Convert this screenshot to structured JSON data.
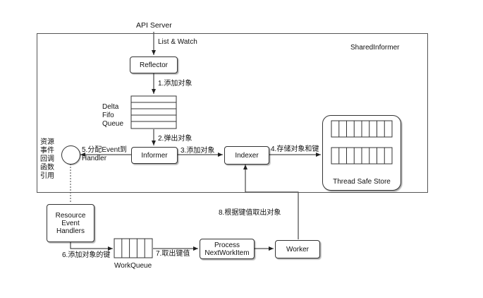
{
  "diagram": {
    "api_server": "API Server",
    "list_watch": "List & Watch",
    "shared_informer": "SharedInformer",
    "reflector": "Reflector",
    "step1": "1.添加对象",
    "delta_fifo_lines": [
      "Delta",
      "Fifo",
      "Queue"
    ],
    "step2": "2.弹出对象",
    "informer": "Informer",
    "step3": "3.添加对象",
    "indexer": "Indexer",
    "step4": "4.存储对象和键",
    "thread_safe_store": "Thread Safe Store",
    "step5_line1": "5.分配Event到",
    "step5_line2": "Handler",
    "resource_ref_lines": [
      "资源",
      "事件",
      "回调",
      "函数",
      "引用"
    ],
    "resource_handlers_lines": [
      "Resource",
      "Event",
      "Handlers"
    ],
    "step6": "6.添加对象的键",
    "workqueue": "WorkQueue",
    "step7": "7.取出键值",
    "process_lines": [
      "Process",
      "NextWorkItem"
    ],
    "worker": "Worker",
    "step8": "8.根据键值取出对象"
  }
}
